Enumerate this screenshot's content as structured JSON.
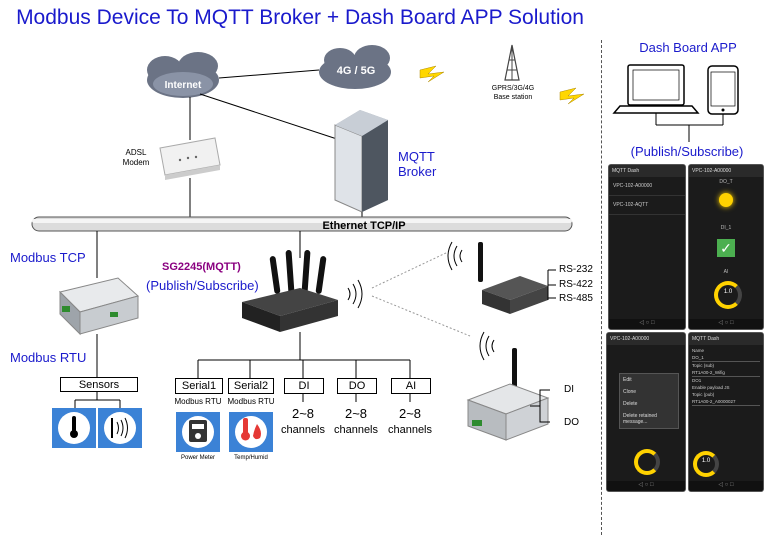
{
  "title": "Modbus Device To MQTT Broker + Dash Board APP Solution",
  "labels": {
    "internet": "Internet",
    "cellular": "4G / 5G",
    "base_station": "GPRS/3G/4G\nBase station",
    "adsl": "ADSL\nModem",
    "mqtt_broker": "MQTT\nBroker",
    "ethernet": "Ethernet TCP/IP",
    "modbus_tcp": "Modbus TCP",
    "modbus_rtu": "Modbus RTU",
    "sensors": "Sensors",
    "gateway_name": "SG2245(MQTT)",
    "gateway_pubsub": "(Publish/Subscribe)",
    "dash_app": "Dash Board APP",
    "app_pubsub": "(Publish/Subscribe)",
    "rs232": "RS-232",
    "rs422": "RS-422",
    "rs485": "RS-485",
    "di_right": "DI",
    "do_right": "DO"
  },
  "ports": [
    {
      "name": "Serial1",
      "sub": "Modbus RTU",
      "caption": "Power Meter"
    },
    {
      "name": "Serial2",
      "sub": "Modbus RTU",
      "caption": "Temp/Humid"
    },
    {
      "name": "DI",
      "sub": "2~8",
      "caption": "channels"
    },
    {
      "name": "DO",
      "sub": "2~8",
      "caption": "channels"
    },
    {
      "name": "AI",
      "sub": "2~8",
      "caption": "channels"
    }
  ],
  "phones": {
    "p1_title": "MQTT Dash",
    "p1_items": [
      "VPC-102-A00000",
      "VPC-102-AQTT"
    ],
    "p2_title": "VPC-102-A00000",
    "p2_tiles": [
      "DO_T",
      "DI_1",
      "AI"
    ],
    "p2_gauge": "1.0",
    "p3_title": "VPC-102-A00000",
    "p3_menu": [
      "Edit",
      "Clone",
      "Delete",
      "Delete retained message..."
    ],
    "p4_title": "MQTT Dash",
    "p4_lines": [
      "Name",
      "DO_1",
      "Topic (sub)",
      "RT1A00-2_Wifig",
      "DO1",
      "Enable payload JS",
      "Topic (pub)",
      "RT1A00-2_A0000027"
    ],
    "p4_gauge": "1.0"
  },
  "colors": {
    "title": "#1a1acc",
    "purple": "#8a0080",
    "check": "#4caf50",
    "gauge": "#ffd200"
  }
}
